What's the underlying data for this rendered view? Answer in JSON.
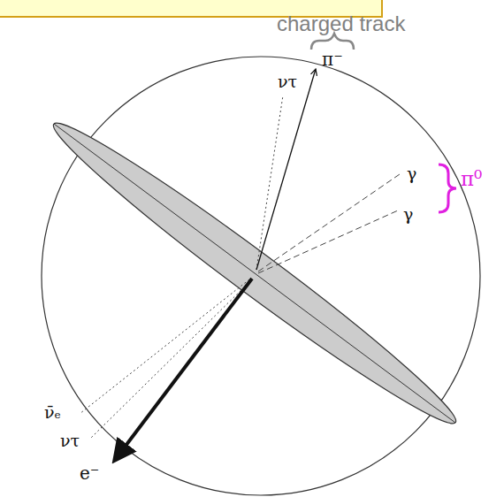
{
  "diagram": {
    "labels": [
      "charged track",
      "ντ",
      "π⁻",
      "γ",
      "π⁰",
      "γ",
      "ν̄ₑ",
      "ντ",
      "e⁻"
    ]
  }
}
